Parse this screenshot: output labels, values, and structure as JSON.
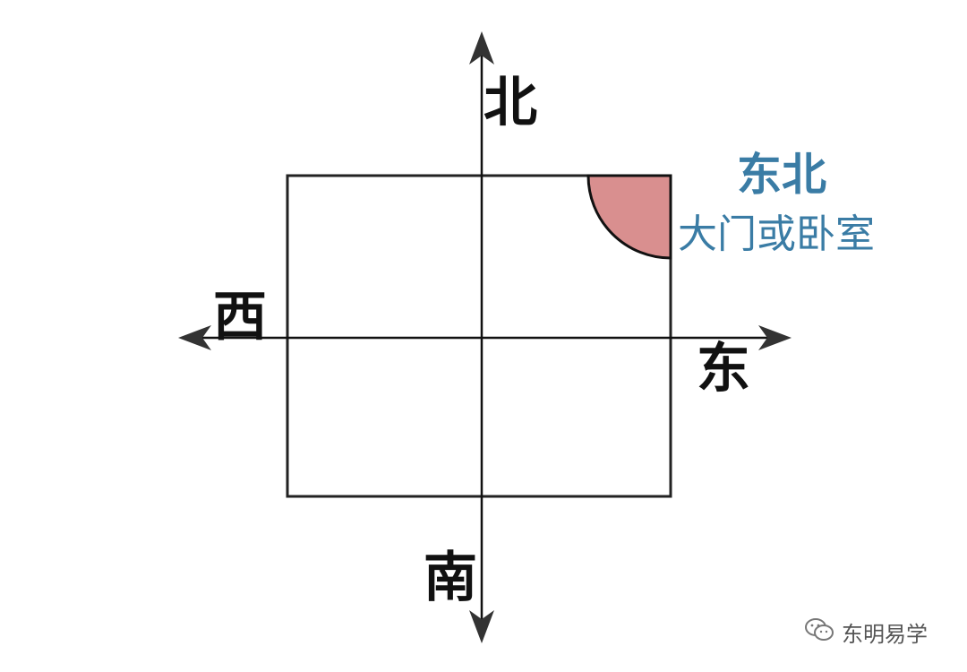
{
  "directions": {
    "north": "北",
    "south": "南",
    "east": "东",
    "west": "西"
  },
  "zone": {
    "title": "东北",
    "subtitle": "大门或卧室",
    "text_color": "#3a7ca5",
    "fill_color": "#d98f8f"
  },
  "watermark": {
    "icon": "wechat-icon",
    "text": "东明易学"
  },
  "colors": {
    "axis": "#111111",
    "box": "#222222"
  }
}
